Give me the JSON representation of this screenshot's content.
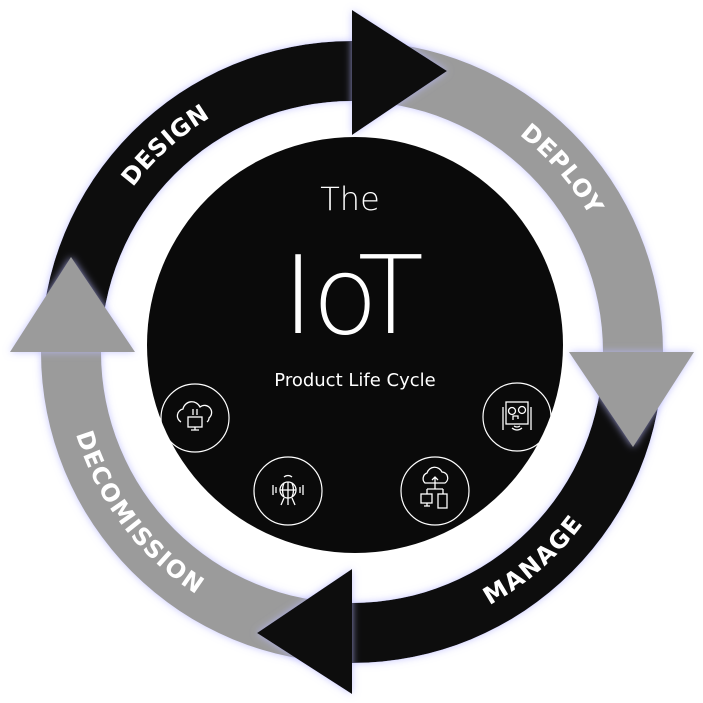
{
  "title": {
    "line1": "The",
    "line2": "IoT",
    "subtitle": "Product Life Cycle"
  },
  "stages": [
    {
      "label": "DESIGN",
      "color": "#0a0a0a"
    },
    {
      "label": "DEPLOY",
      "color": "#9b9b9b"
    },
    {
      "label": "MANAGE",
      "color": "#0a0a0a"
    },
    {
      "label": "DECOMISSION",
      "color": "#9b9b9b"
    }
  ],
  "icons": [
    "cloud-computer-icon",
    "globe-antenna-icon",
    "cloud-devices-icon",
    "tablet-control-icon"
  ],
  "colors": {
    "center": "#0a0a0a",
    "glow": "#c4c4ff",
    "text": "#ffffff"
  }
}
